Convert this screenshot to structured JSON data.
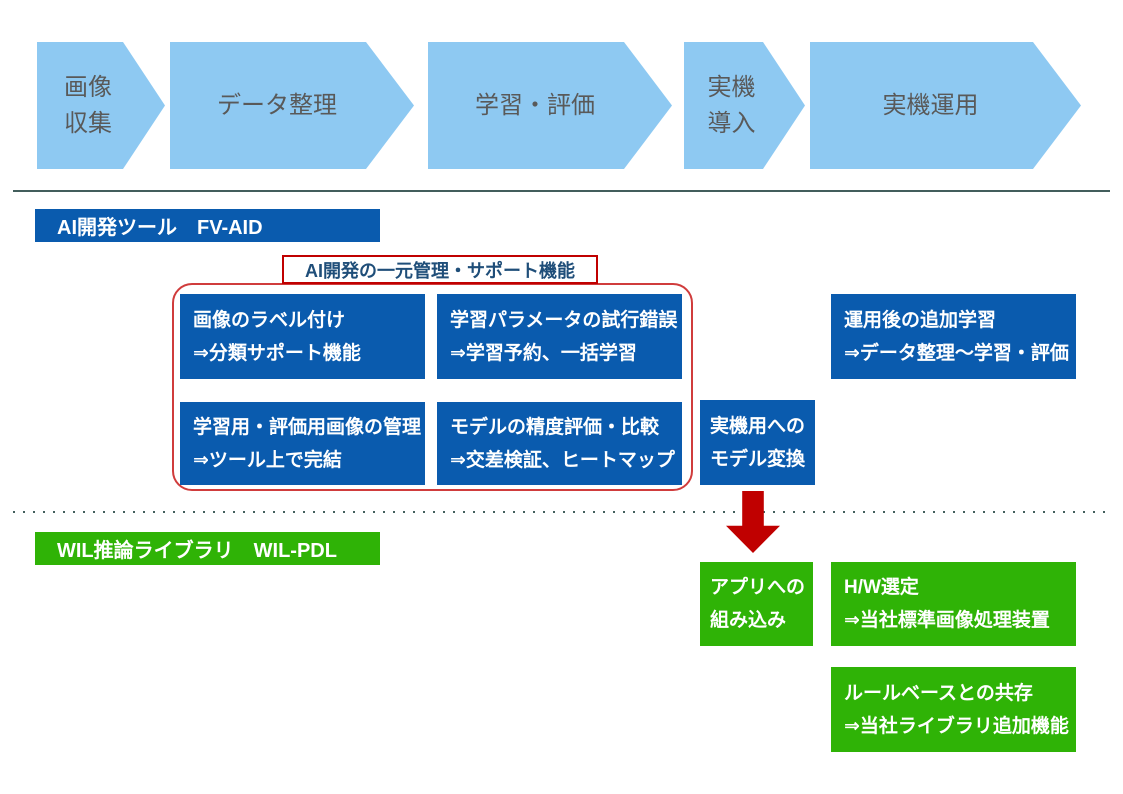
{
  "colors": {
    "flow_arrow_blue": "#8EC9F2",
    "flow_text_gray": "#595959",
    "tool_blue": "#0A5BAE",
    "library_green": "#2FB306",
    "highlight_red": "#C00000",
    "group_border_red": "#D03C3C",
    "group_title_text": "#1F4E79",
    "divider": "#435E5C"
  },
  "flow": {
    "steps": [
      {
        "id": "image-collection",
        "lines": [
          "画像",
          "収集"
        ]
      },
      {
        "id": "data-organization",
        "lines": [
          "データ整理"
        ]
      },
      {
        "id": "training-evaluation",
        "lines": [
          "学習・評価"
        ]
      },
      {
        "id": "machine-deployment",
        "lines": [
          "実機",
          "導入"
        ]
      },
      {
        "id": "machine-operation",
        "lines": [
          "実機運用"
        ]
      }
    ]
  },
  "tool_section": {
    "label": "AI開発ツール　FV-AID",
    "group_title": "AI開発の一元管理・サポート機能",
    "features": [
      {
        "lines": [
          "画像のラベル付け",
          "⇒分類サポート機能"
        ]
      },
      {
        "lines": [
          "学習パラメータの試行錯誤",
          "⇒学習予約、一括学習"
        ]
      },
      {
        "lines": [
          "学習用・評価用画像の管理",
          "⇒ツール上で完結"
        ]
      },
      {
        "lines": [
          "モデルの精度評価・比較",
          "⇒交差検証、ヒートマップ"
        ]
      }
    ],
    "additional_training": {
      "lines": [
        "運用後の追加学習",
        "⇒データ整理～学習・評価"
      ]
    },
    "model_conversion": {
      "lines": [
        "実機用への",
        "モデル変換"
      ]
    }
  },
  "library_section": {
    "label": "WIL推論ライブラリ　WIL-PDL",
    "boxes": [
      {
        "lines": [
          "アプリへの",
          "組み込み"
        ]
      },
      {
        "lines": [
          "H/W選定",
          "⇒当社標準画像処理装置"
        ]
      },
      {
        "lines": [
          "ルールベースとの共存",
          "⇒当社ライブラリ追加機能"
        ]
      }
    ]
  }
}
